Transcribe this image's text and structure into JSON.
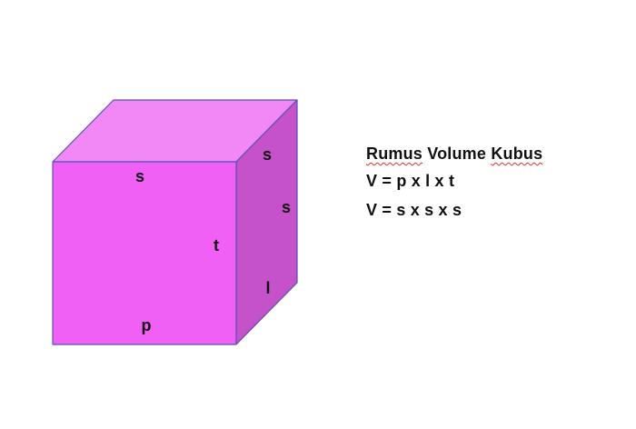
{
  "cube": {
    "colors": {
      "front": "#f060f5",
      "top": "#f288f5",
      "side": "#c552c8",
      "edge": "#5a50b8"
    },
    "labels": {
      "front_top": "s",
      "front_right": "t",
      "front_bottom": "p",
      "side_top": "s",
      "side_middle": "s",
      "side_bottom": "l"
    }
  },
  "formula": {
    "title_word_1": "Rumus",
    "title_word_2": "Volume",
    "title_word_3": "Kubus",
    "line_1": "V = p x l x t",
    "line_2": "V = s x s x s"
  }
}
